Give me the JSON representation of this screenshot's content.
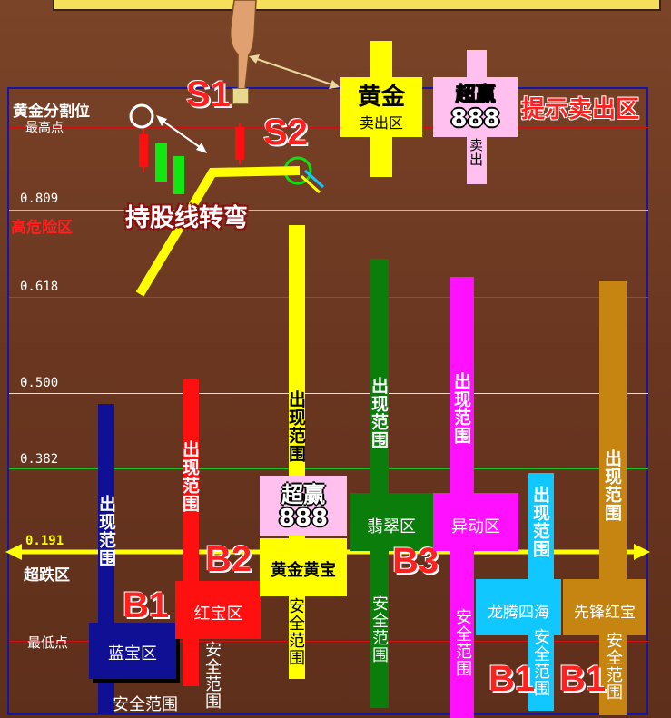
{
  "levels": {
    "golden_split": "黄金分割位",
    "highest": "最高点",
    "l0809": "0.809",
    "danger": "高危险区",
    "l0618": "0.618",
    "l0500": "0.500",
    "l0382": "0.382",
    "l0191": "0.191",
    "oversold": "超跌区",
    "lowest": "最低点"
  },
  "markers": {
    "s1": "S1",
    "s2": "S2",
    "b1": "B1",
    "b2": "B2",
    "b3": "B3"
  },
  "turn_text": "持股线转弯",
  "sell": {
    "gold_title": "黄金",
    "gold_sub": "卖出区",
    "chaoying_title": "超赢",
    "chaoying_num": "888",
    "chaoying_sub": "卖出",
    "hint": "提示卖出区"
  },
  "zones": {
    "appear_range": "出现范围",
    "safe_range": "安全范围",
    "blue": "蓝宝区",
    "red": "红宝区",
    "gold_title": "黄金黄宝",
    "chaoying_title": "超赢",
    "chaoying_num": "888",
    "jade": "翡翠区",
    "anomaly": "异动区",
    "dragon": "龙腾四海",
    "pioneer": "先锋红宝"
  },
  "colors": {
    "blue": "#101095",
    "red": "#ff1010",
    "yellow": "#ffff00",
    "green": "#0a7d0a",
    "magenta": "#ff10ff",
    "cyan": "#10c8ff",
    "brown": "#c68410",
    "pink": "#ffc0f0"
  }
}
